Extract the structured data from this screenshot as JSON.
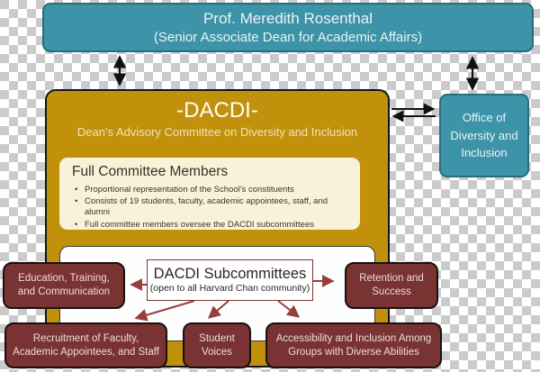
{
  "title_box": {
    "line1": "Prof. Meredith Rosenthal",
    "line2": "(Senior Associate Dean for Academic Affairs)"
  },
  "dacdi": {
    "title": "-DACDI-",
    "subtitle": "Dean’s Advisory Committee on Diversity and Inclusion"
  },
  "full_committee": {
    "heading": "Full Committee Members",
    "bullets": [
      "Proportional representation of the School’s constituents",
      "Consists of 19 students, faculty, academic appointees, staff, and alumni",
      "Full committee members oversee the DACDI subcommittees"
    ]
  },
  "office": {
    "label": "Office of\nDiversity and\nInclusion"
  },
  "subcommittees": {
    "title": "DACDI Subcommittees",
    "subtitle": "(open to all Harvard Chan community)",
    "nodes": [
      {
        "id": "education",
        "label": "Education, Training,\nand Communication"
      },
      {
        "id": "retention",
        "label": "Retention and\nSuccess"
      },
      {
        "id": "recruitment",
        "label": "Recruitment of Faculty,\nAcademic Appointees, and Staff"
      },
      {
        "id": "student-voices",
        "label": "Student\nVoices"
      },
      {
        "id": "accessibility",
        "label": "Accessibility and Inclusion Among\nGroups with Diverse Abilities"
      }
    ]
  },
  "icons": {
    "vertical_double_arrow": "double-headed black arrow",
    "exchange_arrows": "paired left/right black arrows",
    "red_pointer_arrow": "dark red single-headed arrow"
  },
  "colors": {
    "teal": "#3D93A8",
    "teal_border": "#256E80",
    "gold": "#C2910C",
    "cream": "#F8F2D9",
    "maroon": "#793332",
    "arrow_red": "#95403E",
    "checker_gray": "#CBCBCB"
  }
}
